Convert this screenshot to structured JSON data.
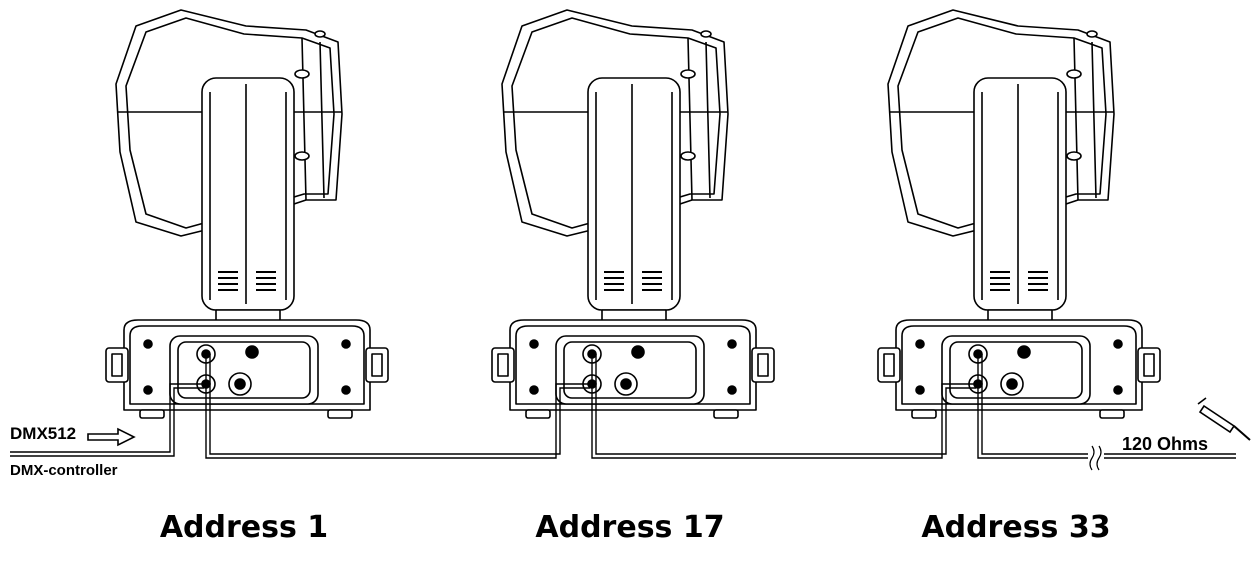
{
  "labels": {
    "dmx_input": "DMX512",
    "controller": "DMX-controller",
    "terminator": "120 Ohms"
  },
  "fixtures": [
    {
      "address": "Address 1"
    },
    {
      "address": "Address 17"
    },
    {
      "address": "Address 33"
    }
  ]
}
